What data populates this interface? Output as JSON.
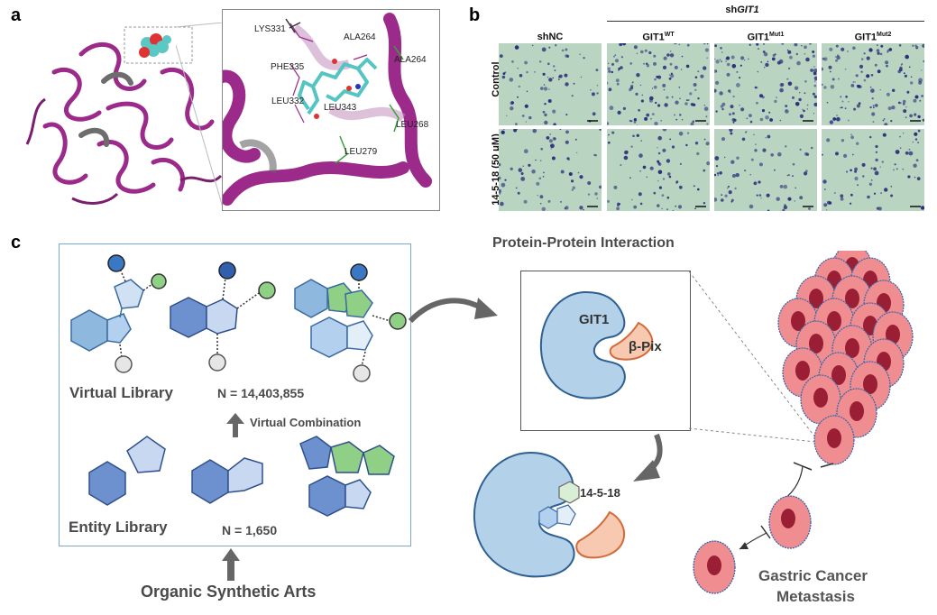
{
  "panels": {
    "a": "a",
    "b": "b",
    "c": "c"
  },
  "panel_a": {
    "residues": [
      "LYS331",
      "ALA264",
      "ALA264",
      "PHE335",
      "LEU332",
      "LEU343",
      "LEU268",
      "LEU279"
    ]
  },
  "panel_b": {
    "group_label_prefix": "sh",
    "group_label_gene": "GIT1",
    "col_shnc": "shNC",
    "columns": [
      {
        "base": "GIT1",
        "sup": "WT"
      },
      {
        "base": "GIT1",
        "sup": "Mut1"
      },
      {
        "base": "GIT1",
        "sup": "Mut2"
      }
    ],
    "rows": [
      "Control",
      "14-5-18 (50 μM)"
    ]
  },
  "panel_c": {
    "virtual_library": "Virtual Library",
    "virtual_n": "N = 14,403,855",
    "virtual_combination": "Virtual Combination",
    "entity_library": "Entity Library",
    "entity_n": "N = 1,650",
    "organic": "Organic Synthetic Arts",
    "ppi_title": "Protein-Protein Interaction",
    "git1": "GIT1",
    "bpix": "β-Pix",
    "compound": "14-5-18",
    "gcm_line1": "Gastric Cancer",
    "gcm_line2": "Metastasis"
  },
  "colors": {
    "protein_magenta": "#9b2a8a",
    "cell_bg": "#b9d5c1",
    "stain": "#2a2e7a",
    "git1_blue": "#b3d1e8",
    "bpix_orange": "#f6c9b0",
    "cancer_cell": "#f08d91",
    "nucleus": "#9a1f35"
  }
}
